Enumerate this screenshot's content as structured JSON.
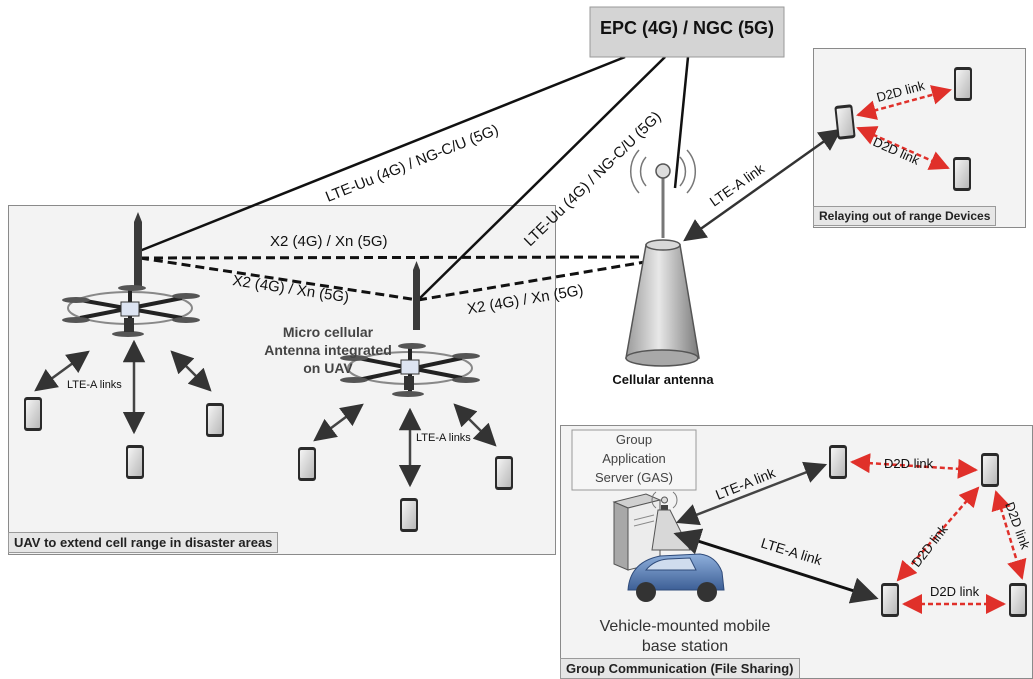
{
  "core": {
    "label": "EPC (4G) / NGC (5G)"
  },
  "links": {
    "uu_left": "LTE-Uu (4G) / NG-C/U (5G)",
    "uu_right": "LTE-Uu (4G) / NG-C/U (5G)",
    "x2_top": "X2 (4G) / Xn (5G)",
    "x2_mid": "X2 (4G) / Xn (5G)",
    "x2_right": "X2 (4G) / Xn (5G)",
    "lte_a_link_relay": "LTE-A link",
    "lte_a_links_left": "LTE-A links",
    "lte_a_links_right": "LTE-A links",
    "lte_a_link_group_1": "LTE-A link",
    "lte_a_link_group_2": "LTE-A link"
  },
  "d2d": {
    "relay_top": "D2D link",
    "relay_bottom": "D2D link",
    "group_top": "D2D link",
    "group_diag": "D2D link",
    "group_right": "D2D link",
    "group_bottom": "D2D link"
  },
  "uav_panel": {
    "caption": "UAV to extend cell range in disaster areas",
    "annotation_line1": "Micro cellular",
    "annotation_line2": "Antenna integrated",
    "annotation_line3": "on UAV"
  },
  "relay_panel": {
    "caption": "Relaying out of range Devices"
  },
  "group_panel": {
    "caption": "Group Communication (File Sharing)",
    "gas_line1": "Group",
    "gas_line2": "Application",
    "gas_line3": "Server (GAS)",
    "vehicle_line1": "Vehicle-mounted mobile",
    "vehicle_line2": "base station"
  },
  "antenna": {
    "label": "Cellular antenna"
  },
  "colors": {
    "d2d": "#e0302a",
    "panel": "#f3f3f3",
    "core_box": "#d4d4d4",
    "car": "#5a7fb8"
  }
}
